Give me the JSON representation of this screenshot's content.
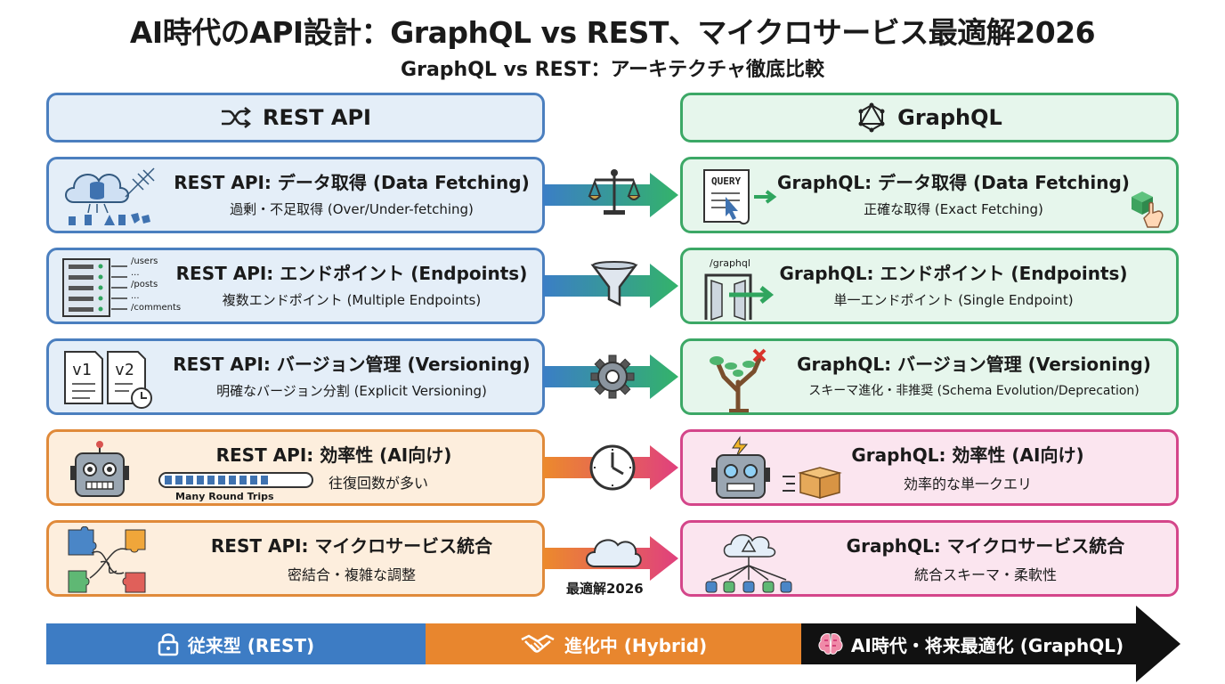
{
  "title": "AI時代のAPI設計：GraphQL vs REST、マイクロサービス最適解2026",
  "subtitle": "GraphQL vs REST：アーキテクチャ徹底比較",
  "headers": {
    "rest": "REST API",
    "graphql": "GraphQL"
  },
  "rows": [
    {
      "left_title": "REST API: データ取得 (Data Fetching)",
      "left_sub": "過剰・不足取得 (Over/Under-fetching)",
      "right_title": "GraphQL: データ取得 (Data Fetching)",
      "right_sub": "正確な取得 (Exact Fetching)",
      "mid_icon": "scale-icon"
    },
    {
      "left_title": "REST API: エンドポイント (Endpoints)",
      "left_sub": "複数エンドポイント (Multiple Endpoints)",
      "right_title": "GraphQL: エンドポイント (Endpoints)",
      "right_sub": "単一エンドポイント (Single Endpoint)",
      "mid_icon": "funnel-icon"
    },
    {
      "left_title": "REST API: バージョン管理 (Versioning)",
      "left_sub": "明確なバージョン分割 (Explicit Versioning)",
      "right_title": "GraphQL: バージョン管理 (Versioning)",
      "right_sub": "スキーマ進化・非推奨 (Schema Evolution/Deprecation)",
      "mid_icon": "gear-icon"
    },
    {
      "left_title": "REST API: 効率性 (AI向け)",
      "left_sub": "往復回数が多い",
      "right_title": "GraphQL: 効率性 (AI向け)",
      "right_sub": "効率的な単一クエリ",
      "mid_icon": "clock-icon"
    },
    {
      "left_title": "REST API: マイクロサービス統合",
      "left_sub": "密結合・複雑な調整",
      "right_title": "GraphQL: マイクロサービス統合",
      "right_sub": "統合スキーマ・柔軟性",
      "mid_icon": "cloud-icon",
      "mid_label": "最適解2026"
    }
  ],
  "icon_labels": {
    "endpoints": [
      "/users",
      "...",
      "/posts",
      "...",
      "/comments"
    ],
    "query": "QUERY",
    "graphql_path": "/graphql",
    "v1": "v1",
    "v2": "v2",
    "round_trips": "Many Round Trips"
  },
  "timeline": {
    "segments": [
      {
        "label": "従来型 (REST)",
        "icon": "lock-icon",
        "color": "#3d7cc4"
      },
      {
        "label": "進化中 (Hybrid)",
        "icon": "handshake-icon",
        "color": "#e8862e"
      },
      {
        "label": "AI時代・将来最適化 (GraphQL)",
        "icon": "brain-icon",
        "color": "#111111"
      }
    ]
  }
}
